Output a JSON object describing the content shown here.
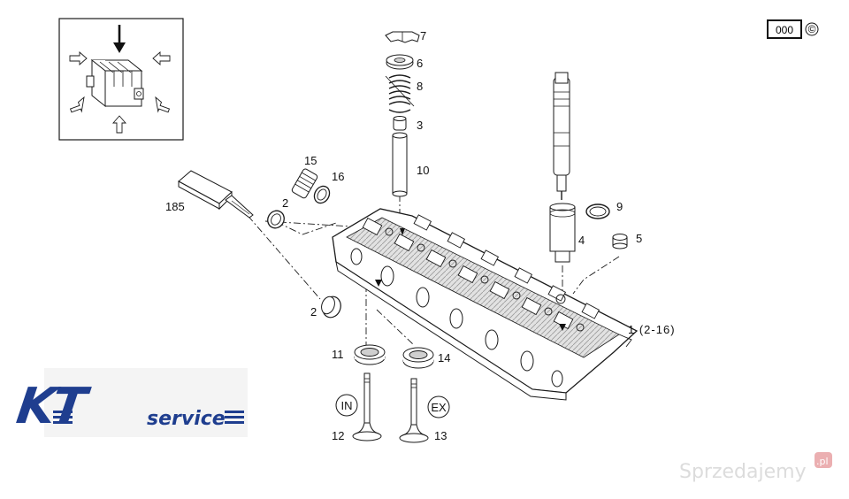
{
  "code_badge": "000",
  "copyright_symbol": "©",
  "callouts": {
    "c7": "7",
    "c6": "6",
    "c8": "8",
    "c3": "3",
    "c10": "10",
    "c15": "15",
    "c16": "16",
    "c2a": "2",
    "c185": "185",
    "c9": "9",
    "c4": "4",
    "c5": "5",
    "c2b": "2",
    "c1": "1 (2-16)",
    "c11": "11",
    "c14": "14",
    "c12": "12",
    "c13": "13"
  },
  "valve_labels": {
    "intake": "IN",
    "exhaust": "EX"
  },
  "logo": {
    "kt": "KT",
    "service": "service"
  },
  "watermark": {
    "name": "Sprzedajemy",
    "tld": ".pl"
  },
  "colors": {
    "line": "#1a1a1a",
    "part_fill": "#d9d9d9",
    "logo_blue": "#1f3e8f",
    "watermark": "#cfcfcf",
    "watermark_badge": "#e0242b"
  }
}
